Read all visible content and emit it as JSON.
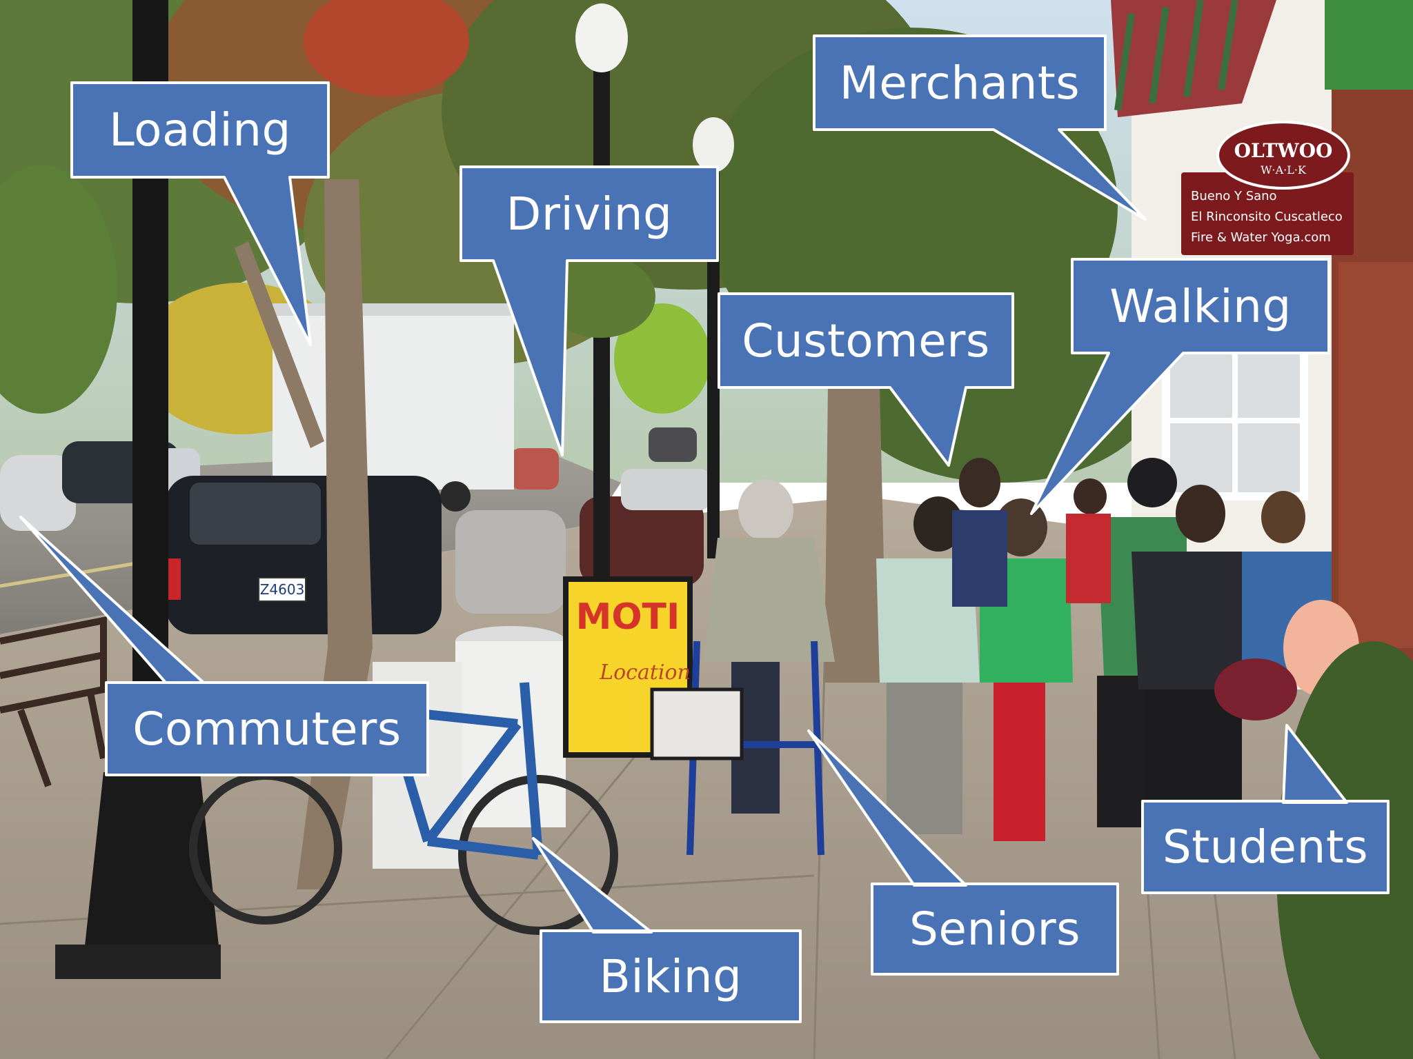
{
  "scene": {
    "description_colors": {
      "callout_fill": "#4a73b6",
      "callout_stroke": "#ffffff",
      "sky": "#c9dbe9",
      "sidewalk": "#a49a8c",
      "street": "#8f8c86"
    },
    "sign_moti": "MOTI",
    "sign_moti_script": "Location",
    "store_sign_arc": "OLTWOO",
    "store_sign_sub": "W·A·L·K",
    "store_list": [
      "Bueno Y Sano",
      "El Rinconsito Cuscatleco",
      "Fire & Water Yoga.com"
    ],
    "plate": "Z4603"
  },
  "callouts": [
    {
      "label": "Loading"
    },
    {
      "label": "Driving"
    },
    {
      "label": "Merchants"
    },
    {
      "label": "Customers"
    },
    {
      "label": "Walking"
    },
    {
      "label": "Commuters"
    },
    {
      "label": "Biking"
    },
    {
      "label": "Seniors"
    },
    {
      "label": "Students"
    }
  ]
}
